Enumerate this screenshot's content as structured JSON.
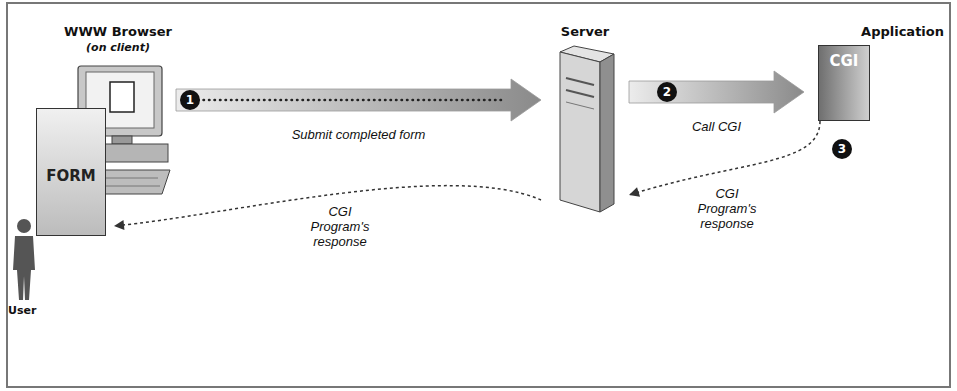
{
  "diagram": {
    "nodes": [
      {
        "text": [
          "WWW Browser",
          "(on client)"
        ]
      },
      {
        "text": [
          "FORM"
        ]
      },
      {
        "text": [
          "Server"
        ]
      },
      {
        "text": [
          "Application",
          "CGI"
        ]
      }
    ],
    "edges": [
      {
        "from": 0,
        "to": 2,
        "arrow": "to",
        "label": "Submit completed form"
      },
      {
        "from": 2,
        "to": 3,
        "arrow": "to",
        "label": "Call CGI"
      },
      {
        "from": 3,
        "to": 2,
        "arrow": "to",
        "label": "CGI Program's response"
      },
      {
        "from": 2,
        "to": 0,
        "arrow": "to",
        "label": "CGI Program's response"
      }
    ],
    "labels": [
      "User",
      "1",
      "2",
      "3"
    ]
  }
}
